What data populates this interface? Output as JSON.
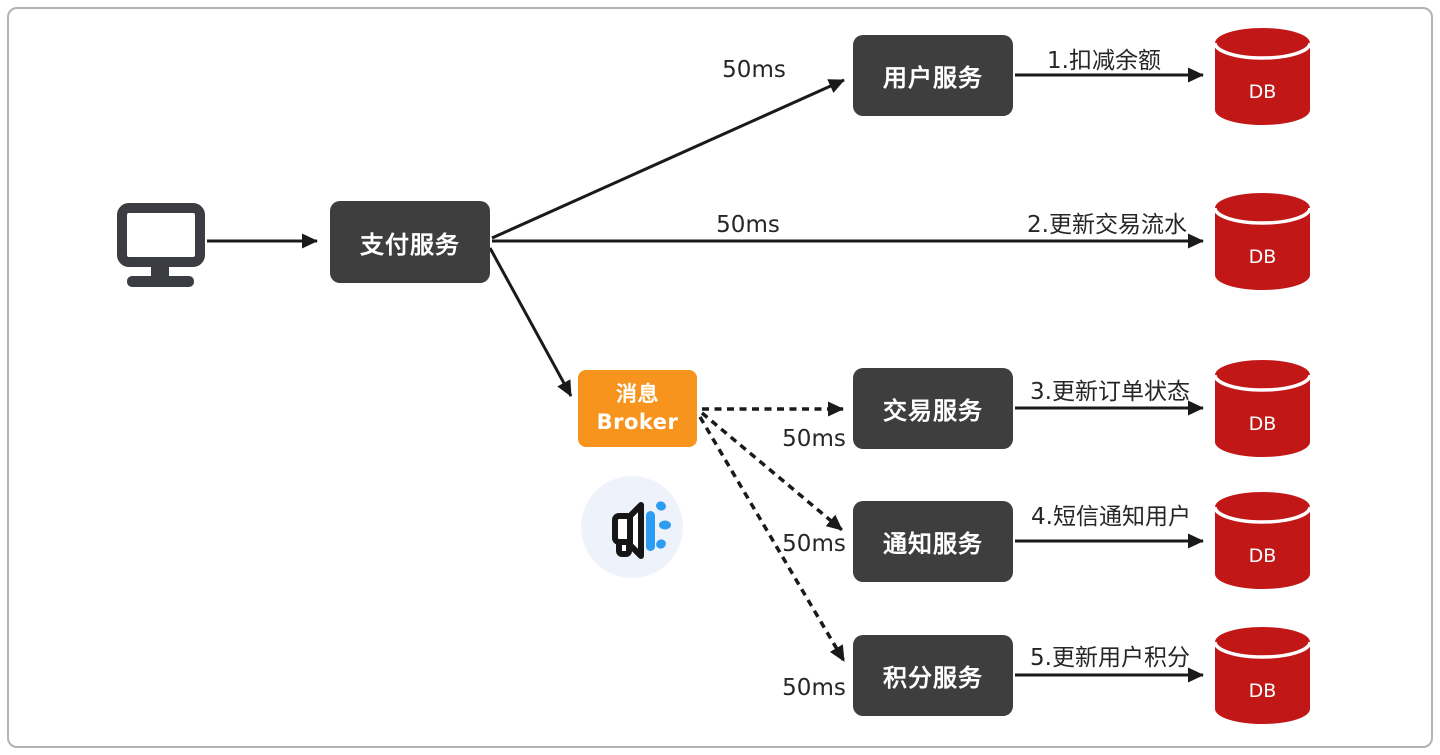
{
  "frame": {
    "background": "#ffffff",
    "border_color": "#b3b3b3"
  },
  "colors": {
    "service_box": "#3e3e3e",
    "broker_box": "#f7941e",
    "database": "#c21717",
    "sound_wave_blue": "#2d9cf2",
    "icon_circle": "#edf2fb",
    "arrow": "#1a1a1a"
  },
  "nodes": {
    "client": {
      "icon": "monitor-icon"
    },
    "payment": {
      "label": "支付服务"
    },
    "user": {
      "label": "用户服务"
    },
    "broker": {
      "label_line1": "消息",
      "label_line2": "Broker",
      "icon": "megaphone-icon"
    },
    "trade": {
      "label": "交易服务"
    },
    "notify": {
      "label": "通知服务"
    },
    "points": {
      "label": "积分服务"
    }
  },
  "databases": {
    "label": "DB",
    "count": 5
  },
  "edge_labels": {
    "latency_user": "50ms",
    "latency_db2": "50ms",
    "latency_trade": "50ms",
    "latency_notify": "50ms",
    "latency_points": "50ms",
    "step1": "1.扣减余额",
    "step2": "2.更新交易流水",
    "step3": "3.更新订单状态",
    "step4": "4.短信通知用户",
    "step5": "5.更新用户积分"
  },
  "edges": [
    {
      "from": "client",
      "to": "payment",
      "style": "solid"
    },
    {
      "from": "payment",
      "to": "user",
      "style": "solid",
      "label": "50ms"
    },
    {
      "from": "payment",
      "to": "db2",
      "style": "solid",
      "label": "50ms"
    },
    {
      "from": "payment",
      "to": "broker",
      "style": "solid"
    },
    {
      "from": "user",
      "to": "db1",
      "style": "solid",
      "label": "1.扣减余额"
    },
    {
      "from": "payment",
      "to": "db2",
      "style": "solid",
      "label": "2.更新交易流水"
    },
    {
      "from": "broker",
      "to": "trade",
      "style": "dashed",
      "label": "50ms"
    },
    {
      "from": "broker",
      "to": "notify",
      "style": "dashed",
      "label": "50ms"
    },
    {
      "from": "broker",
      "to": "points",
      "style": "dashed",
      "label": "50ms"
    },
    {
      "from": "trade",
      "to": "db3",
      "style": "solid",
      "label": "3.更新订单状态"
    },
    {
      "from": "notify",
      "to": "db4",
      "style": "solid",
      "label": "4.短信通知用户"
    },
    {
      "from": "points",
      "to": "db5",
      "style": "solid",
      "label": "5.更新用户积分"
    }
  ]
}
